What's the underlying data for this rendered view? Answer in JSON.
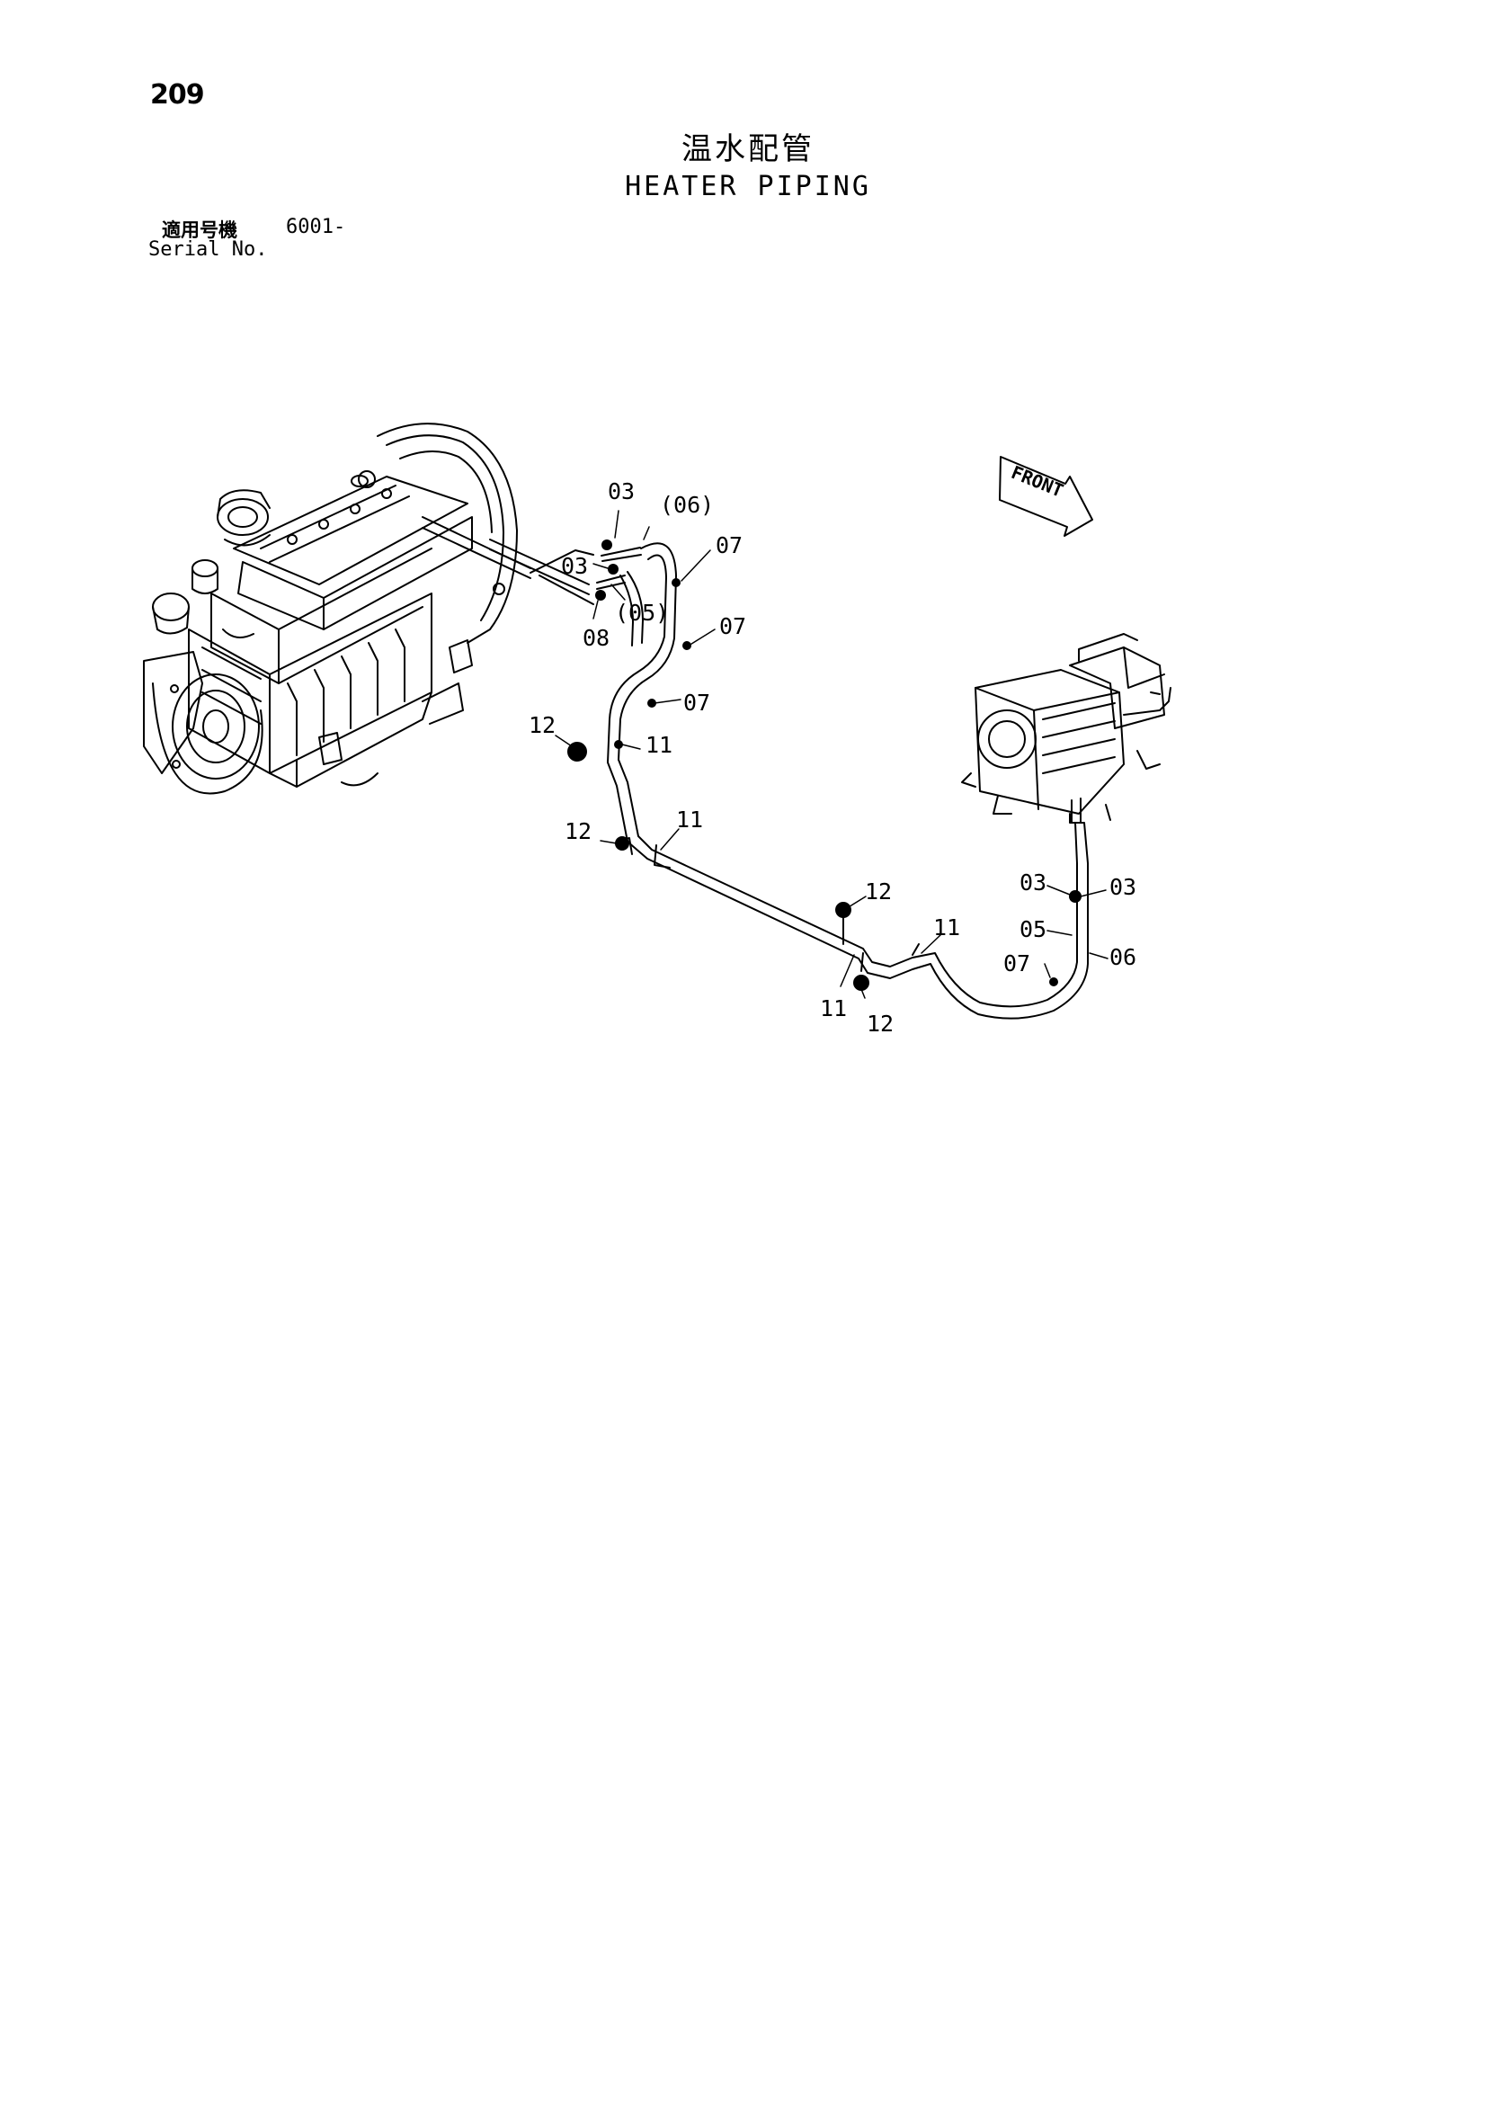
{
  "page_number": "209",
  "title_ja": "温水配管",
  "title_en": "HEATER PIPING",
  "serial": {
    "label_ja": "適用号機",
    "value": "6001-",
    "label_en": "Serial No."
  },
  "front_label": "FRONT",
  "callouts": {
    "c1": "03",
    "c2": "(06)",
    "c3": "07",
    "c4": "03",
    "c5": "(05)",
    "c6": "08",
    "c7": "07",
    "c8": "07",
    "c9": "12",
    "c10": "11",
    "c11": "12",
    "c12": "11",
    "c13": "12",
    "c14": "11",
    "c15": "11",
    "c16": "12",
    "c17": "03",
    "c18": "03",
    "c19": "05",
    "c20": "07",
    "c21": "06"
  }
}
